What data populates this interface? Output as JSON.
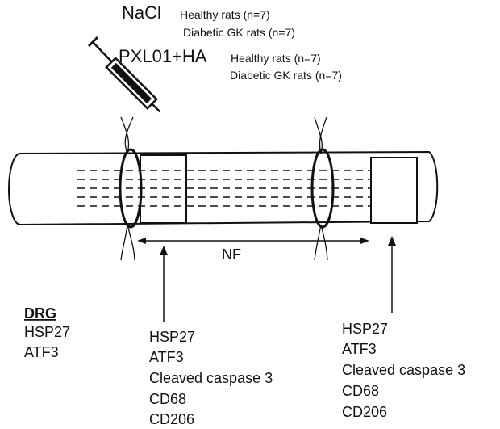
{
  "groups": {
    "nacl": {
      "title": "NaCl",
      "healthy": "Healthy rats (n=7)",
      "diabetic": "Diabetic GK rats (n=7)"
    },
    "pxl": {
      "title": "PXL01+HA",
      "healthy": "Healthy rats (n=7)",
      "diabetic": "Diabetic GK rats (n=7)"
    }
  },
  "nerve": {
    "nf_label": "NF"
  },
  "drg": {
    "heading": "DRG",
    "markers": [
      "HSP27",
      "ATF3"
    ]
  },
  "proximal": {
    "markers": [
      "HSP27",
      "ATF3",
      "Cleaved caspase 3",
      "CD68",
      "CD206"
    ]
  },
  "distal": {
    "markers": [
      "HSP27",
      "ATF3",
      "Cleaved caspase 3",
      "CD68",
      "CD206"
    ]
  }
}
